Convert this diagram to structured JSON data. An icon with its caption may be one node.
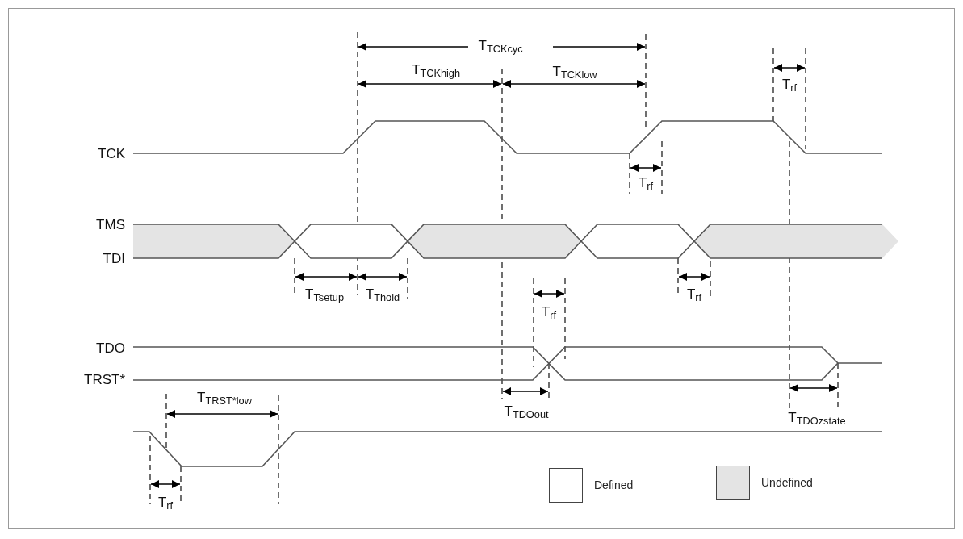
{
  "diagram": {
    "labels": [
      "T$_{TCKcyc}$",
      "T$_{TCKhigh}$",
      "T$_{TCKlow}$",
      "T$_{rf}$",
      "TCK",
      "T$_{rf}$",
      "TMS",
      "TDI",
      "T$_{Tsetup}$",
      "T$_{Thold}$",
      "T$_{rf}$",
      "T$_{rf}$",
      "TDO",
      "TRST*",
      "T$_{TRST*low}$",
      "T$_{TDOout}$",
      "T$_{TDOzstate}$",
      "T$_{rf}$"
    ],
    "legend": [
      {
        "text": "Defined",
        "color": "#ffffff"
      },
      {
        "text": "Undefined",
        "color": "#e4e4e4"
      }
    ]
  }
}
